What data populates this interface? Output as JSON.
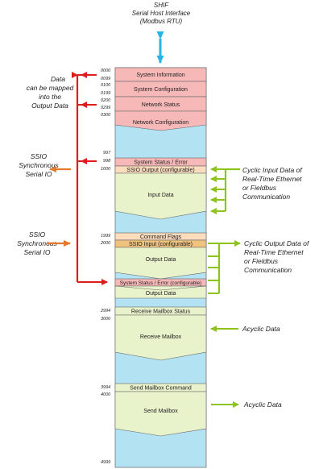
{
  "header": {
    "line1": "SHIF",
    "line2": "Serial Host Interface",
    "line3": "(Modbus RTU)"
  },
  "memory_map": {
    "addresses": {
      "a0000": "0000",
      "a0099": "0099",
      "a0100": "0100",
      "a0199": "0199",
      "a0200": "0200",
      "a0299": "0299",
      "a0300": "0300",
      "a0997": "997",
      "a0998": "998",
      "a1000": "1000",
      "a1999": "1999",
      "a2000": "2000",
      "a2994": "2994",
      "a3000": "3000",
      "a3994": "3994",
      "a4000": "4000",
      "a4999": "4999"
    },
    "boxes": {
      "system_information": "System Information",
      "system_configuration": "System Configuration",
      "network_status": "Network Status",
      "network_configuration": "Network Configuration",
      "system_status_error": "System Status / Error",
      "ssio_output": "SSIO Output (configurable)",
      "input_data": "Input Data",
      "command_flags": "Command Flags",
      "ssio_input": "SSIO Input (configurable)",
      "output_data": "Output Data",
      "system_status_error_configurable": "System Status / Error (configurable)",
      "output_data_2": "Output Data",
      "receive_mailbox_status": "Receive Mailbox Status",
      "receive_mailbox": "Receive Mailbox",
      "send_mailbox_command": "Send Mailbox Command",
      "send_mailbox": "Send Mailbox"
    }
  },
  "annotations": {
    "mapped_line1": "Data",
    "mapped_line2": "can be mapped",
    "mapped_line3": "into the",
    "mapped_line4": "Output Data",
    "ssio_out_line1": "SSIO",
    "ssio_out_line2": "Synchronous",
    "ssio_out_line3": "Serial IO",
    "ssio_in_line1": "SSIO",
    "ssio_in_line2": "Synchronous",
    "ssio_in_line3": "Serial IO",
    "cyclic_in_line1": "Cyclic Input Data of",
    "cyclic_in_line2": "Real-Time Ethernet",
    "cyclic_in_line3": "or Fieldbus",
    "cyclic_in_line4": "Communication",
    "cyclic_out_line1": "Cyclic Output Data of",
    "cyclic_out_line2": "Real-Time Ethernet",
    "cyclic_out_line3": "or Fieldbus",
    "cyclic_out_line4": "Communication",
    "acyclic_1": "Acyclic Data",
    "acyclic_2": "Acyclic Data"
  },
  "colors": {
    "pink": "#f7b8b8",
    "light_blue": "#b3e2f2",
    "pale_green": "#e8f3cc",
    "peach": "#fbdcbc",
    "tan": "#f0c27e",
    "red_arrow": "#dd1c1c",
    "orange_arrow": "#e8782a",
    "green_arrow": "#8cc41c",
    "cyan_arrow": "#2ab4e6"
  }
}
